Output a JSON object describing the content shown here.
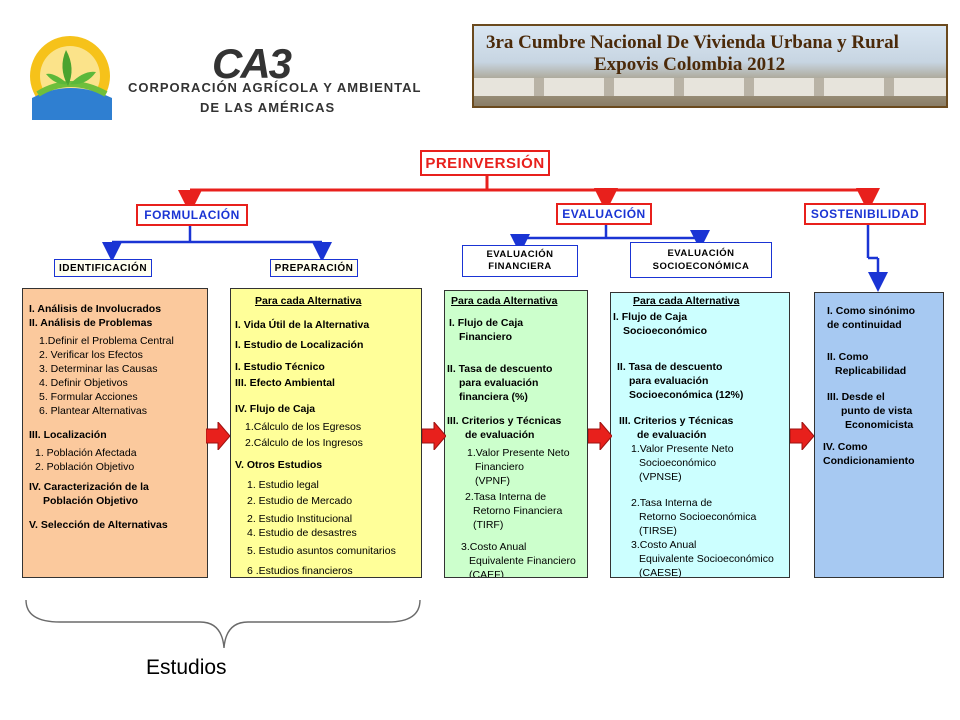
{
  "header": {
    "logo_line1": "CA3",
    "logo_line2": "CORPORACIÓN AGRÍCOLA Y AMBIENTAL",
    "logo_line3": "DE LAS AMÉRICAS",
    "banner_line1": "3ra Cumbre Nacional De Vivienda Urbana y Rural",
    "banner_line2": "Expovis Colombia 2012"
  },
  "diagram": {
    "root": "PREINVERSIÓN",
    "formulacion": "FORMULACIÓN",
    "evaluacion": "EVALUACIÓN",
    "sostenibilidad": "SOSTENIBILIDAD",
    "identificacion": "IDENTIFICACIÓN",
    "preparacion": "PREPARACIÓN",
    "eval_fin_1": "EVALUACIÓN",
    "eval_fin_2": "FINANCIERA",
    "eval_soc_1": "EVALUACIÓN",
    "eval_soc_2": "SOCIOECONÓMICA"
  },
  "col1": [
    "I. Análisis de Involucrados",
    "II. Análisis de Problemas",
    "1.Definir el Problema Central",
    "2. Verificar los Efectos",
    "3. Determinar las Causas",
    "4. Definir Objetivos",
    "5. Formular Acciones",
    "6. Plantear Alternativas",
    "III. Localización",
    "1. Población Afectada",
    "2. Población Objetivo",
    "IV. Caracterización de la",
    "Población Objetivo",
    "V. Selección de Alternativas"
  ],
  "col2": [
    "Para cada Alternativa",
    "I. Vida Útil de la Alternativa",
    "I. Estudio de Localización",
    "I. Estudio Técnico",
    "III. Efecto Ambiental",
    "IV. Flujo de Caja",
    "1.Cálculo de los Egresos",
    "2.Cálculo de los Ingresos",
    "V. Otros Estudios",
    "1. Estudio legal",
    "2. Estudio de Mercado",
    "2. Estudio Institucional",
    "4. Estudio de desastres",
    "5. Estudio asuntos comunitarios",
    "6 .Estudios financieros"
  ],
  "col3": [
    "Para cada Alternativa",
    "I. Flujo de Caja",
    "Financiero",
    "II. Tasa de descuento",
    "para evaluación",
    "financiera (%)",
    "III. Criterios y Técnicas",
    "de evaluación",
    "1.Valor Presente Neto",
    "Financiero",
    "(VPNF)",
    "2.Tasa Interna de",
    "Retorno Financiera",
    "(TIRF)",
    "3.Costo Anual",
    "Equivalente Financiero",
    "(CAEF)"
  ],
  "col4": [
    "Para cada Alternativa",
    "I. Flujo de Caja",
    "Socioeconómico",
    "II. Tasa de descuento",
    "para evaluación",
    "Socioeconómica (12%)",
    "III. Criterios y Técnicas",
    "de evaluación",
    "1.Valor Presente Neto",
    "Socioeconómico",
    "(VPNSE)",
    "2.Tasa Interna de",
    "Retorno Socioeconómica",
    "(TIRSE)",
    "3.Costo Anual",
    "Equivalente Socioeconómico",
    "(CAESE)"
  ],
  "col5": [
    "I. Como sinónimo",
    "de continuidad",
    "II. Como",
    "Replicabilidad",
    "III. Desde el",
    "punto de vista",
    "Economicista",
    "IV. Como",
    "Condicionamiento"
  ],
  "footer_label": "Estudios",
  "colors": {
    "red": "#e8201c",
    "blue": "#1a34d4",
    "orange": "#fbc99d",
    "yellow": "#ffff99",
    "green": "#ccffcc",
    "cyan": "#ccffff",
    "lightblue": "#a7c9f2"
  }
}
